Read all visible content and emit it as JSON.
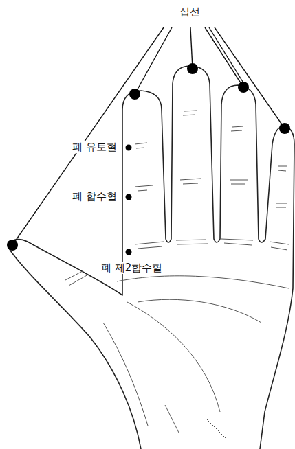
{
  "diagram": {
    "labels": [
      "십선",
      "폐 유토혈",
      "폐 합수혈",
      "폐 제2합수혈"
    ]
  }
}
